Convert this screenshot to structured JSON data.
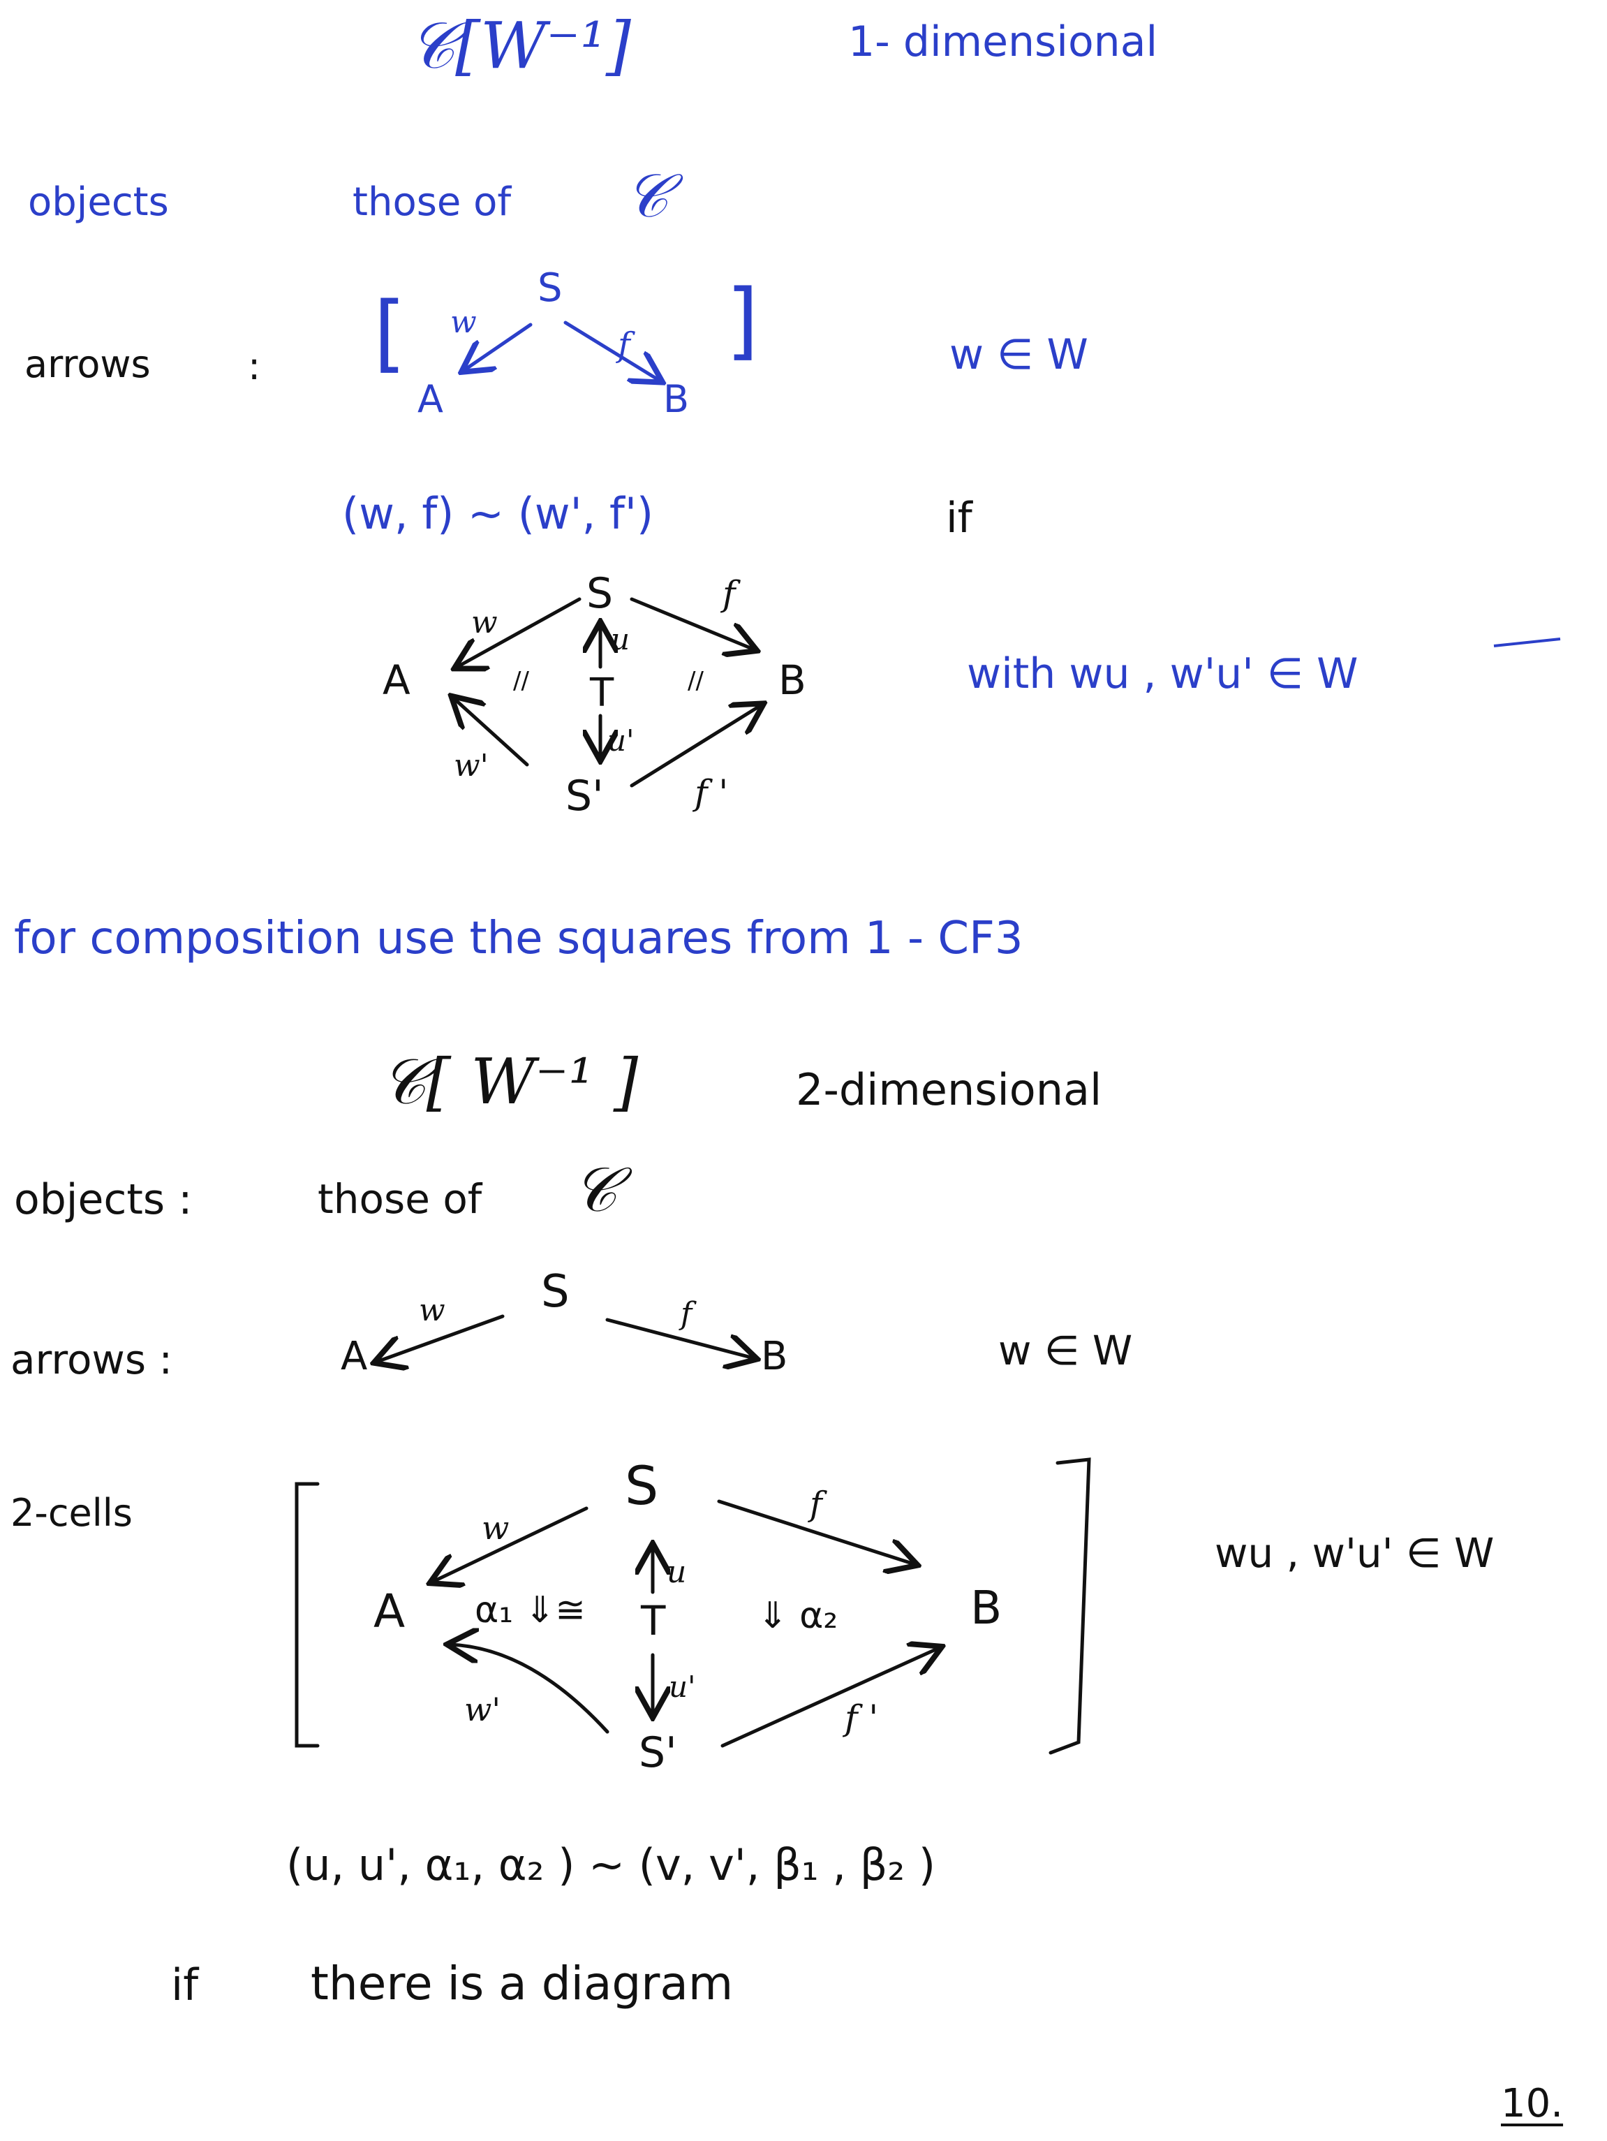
{
  "part1": {
    "heading_cat": "𝒞[W⁻¹]",
    "heading_dim": "1- dimensional",
    "objects_label": "objects",
    "objects_desc": "those of",
    "objects_cat": "𝒞",
    "arrows_label": "arrows",
    "arrows_colon": ":",
    "span_bracket_open": "[",
    "span_bracket_close": "]",
    "span_S": "S",
    "span_w": "w",
    "span_f": "f",
    "span_A": "A",
    "span_B": "B",
    "w_in_W": "w ∈ W",
    "equiv_line": "(w, f)  ~  (w', f')",
    "equiv_if": "if",
    "d_S": "S",
    "d_w": "w",
    "d_f": "f",
    "d_u": "u",
    "d_A": "A",
    "d_eq1": "//",
    "d_T": "T",
    "d_eq2": "//",
    "d_B": "B",
    "d_uprime": "u'",
    "d_wprime": "w'",
    "d_Sprime": "S'",
    "d_fprime": "f '",
    "with_cond": "with  wu , w'u' ∈ W",
    "composition_note": "for composition  use  the  squares  from  1 - CF3"
  },
  "part2": {
    "heading_cat": "𝒞[ W⁻¹ ]",
    "heading_dim": "2-dimensional",
    "objects_label": "objects :",
    "objects_desc": "those of",
    "objects_cat": "𝒞",
    "arrows_label": "arrows :",
    "span_A": "A",
    "span_w": "w",
    "span_S": "S",
    "span_f": "f",
    "span_B": "B",
    "w_in_W": "w ∈ W",
    "cells_label": "2-cells",
    "c_S": "S",
    "c_w": "w",
    "c_f": "f",
    "c_u": "u",
    "c_A": "A",
    "c_alpha1": "α₁ ⇓≅",
    "c_T": "T",
    "c_alpha2": "⇓ α₂",
    "c_B": "B",
    "c_uprime": "u'",
    "c_wprime": "w'",
    "c_Sprime": "S'",
    "c_fprime": "f '",
    "cells_cond": "wu , w'u' ∈ W",
    "equiv_line": "(u, u', α₁, α₂ )  ~  (v, v', β₁ , β₂ )",
    "if_label": "if",
    "diagram_note": "there  is  a  diagram",
    "page_number": "10."
  }
}
